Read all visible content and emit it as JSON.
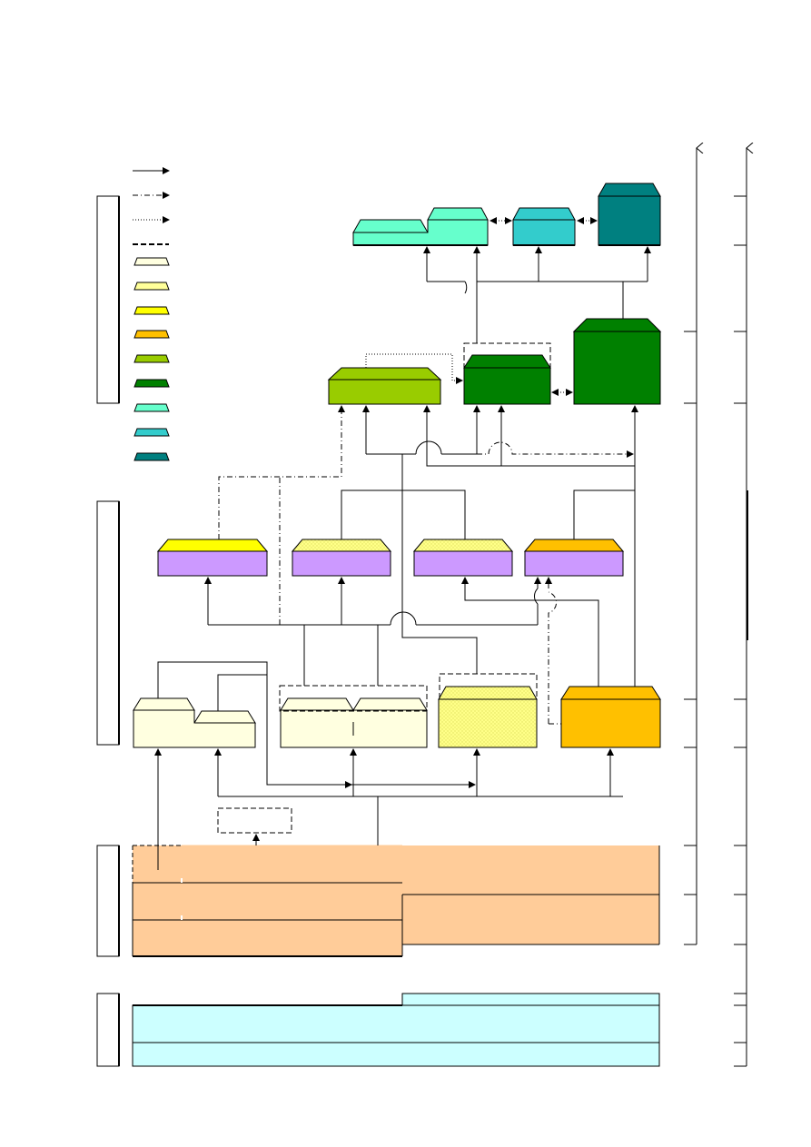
{
  "colors": {
    "pale_cream": "#FFFFE0",
    "light_yellow": "#FFFF99",
    "yellow": "#FFFF00",
    "orange": "#FFC000",
    "light_green": "#99CC00",
    "green": "#008000",
    "aqua": "#66FFCC",
    "turquoise": "#33CCCC",
    "teal": "#008080",
    "lavender": "#CC99FF",
    "peach": "#FFCC99",
    "light_cyan": "#CCFFFF"
  },
  "legend": {
    "line_styles": [
      "solid-arrow",
      "dash-dot-arrow",
      "dotted-arrow",
      "dashed-line"
    ],
    "swatches": [
      "pale_cream",
      "light_yellow",
      "yellow",
      "orange",
      "light_green",
      "green",
      "aqua",
      "turquoise",
      "teal"
    ]
  }
}
